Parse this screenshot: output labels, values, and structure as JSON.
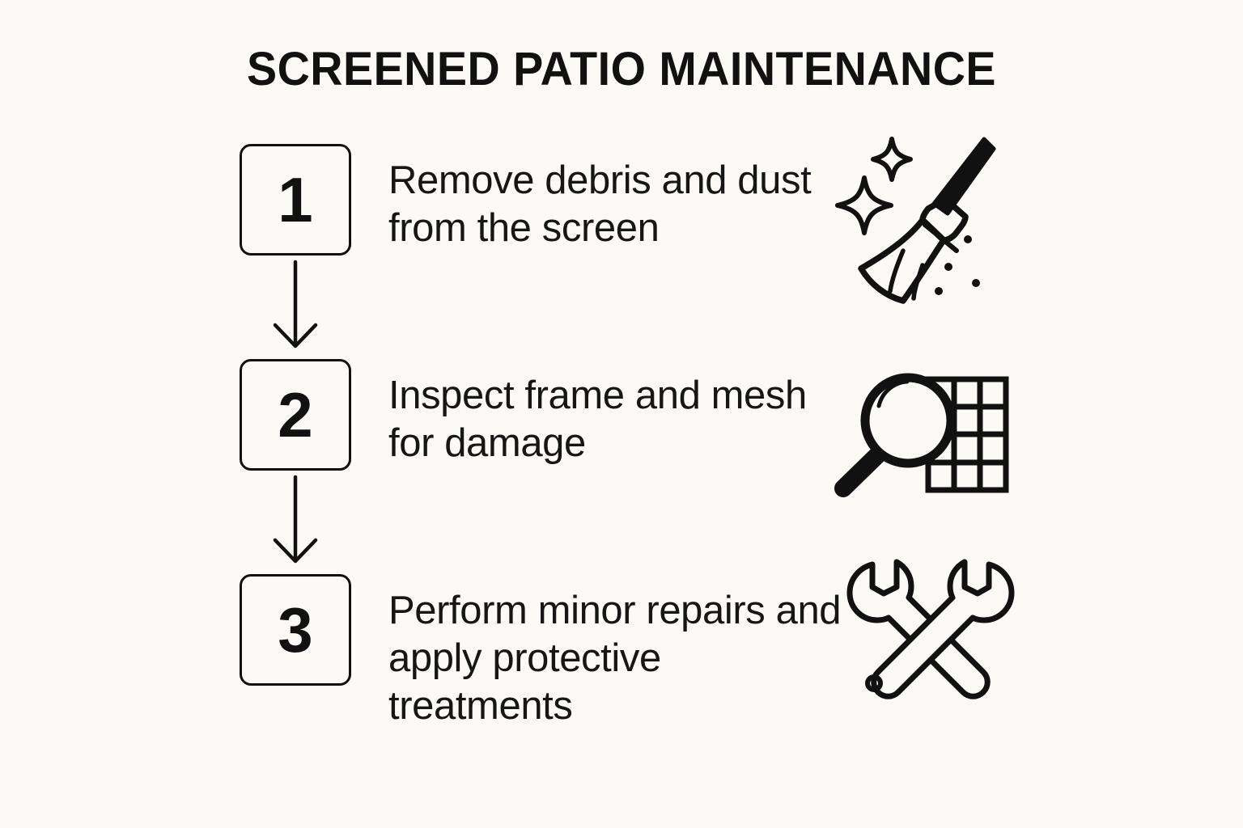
{
  "page": {
    "title": "SCREENED PATIO MAINTENANCE",
    "background_color": "#fbfaf7",
    "ink_color": "#111111",
    "style": "black-and-white line-icon numbered process infographic"
  },
  "steps": [
    {
      "number": "1",
      "text": "Remove debris and dust from the screen",
      "icon": "broom-sparkle-icon",
      "icon_label": "broom with sparkles and dust specks"
    },
    {
      "number": "2",
      "text": "Inspect frame and mesh for damage",
      "icon": "magnifier-mesh-icon",
      "icon_label": "magnifying glass over screen mesh grid"
    },
    {
      "number": "3",
      "text": "Perform minor repairs and apply protective treatments",
      "icon": "crossed-wrenches-icon",
      "icon_label": "two crossed wrenches"
    }
  ],
  "connectors": [
    {
      "from": "1",
      "to": "2",
      "shape": "down-arrow"
    },
    {
      "from": "2",
      "to": "3",
      "shape": "down-arrow"
    }
  ]
}
